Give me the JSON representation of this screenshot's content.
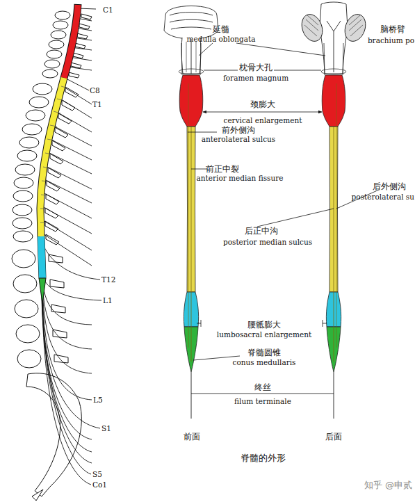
{
  "diagram": {
    "caption": "脊髓的外形",
    "labels": [
      "C1",
      "延髓",
      "medulla oblongata",
      "脑桥臂",
      "brachium po",
      "枕骨大孔",
      "foramen magnum",
      "C8",
      "T1",
      "颈膨大",
      "cervical enlargement",
      "前外侧沟",
      "anterolateral sulcus",
      "前正中裂",
      "anterior median fissure",
      "后外侧沟",
      "posterolateral su",
      "后正中沟",
      "posterior median sulcus",
      "T12",
      "L1",
      "腰骶膨大",
      "lumbosacral enlargement",
      "脊髓圆锥",
      "conus medullaris",
      "终丝",
      "filum terminale",
      "L5",
      "S1",
      "前面",
      "后面",
      "S5",
      "Co1",
      "知乎 @申贰"
    ]
  }
}
